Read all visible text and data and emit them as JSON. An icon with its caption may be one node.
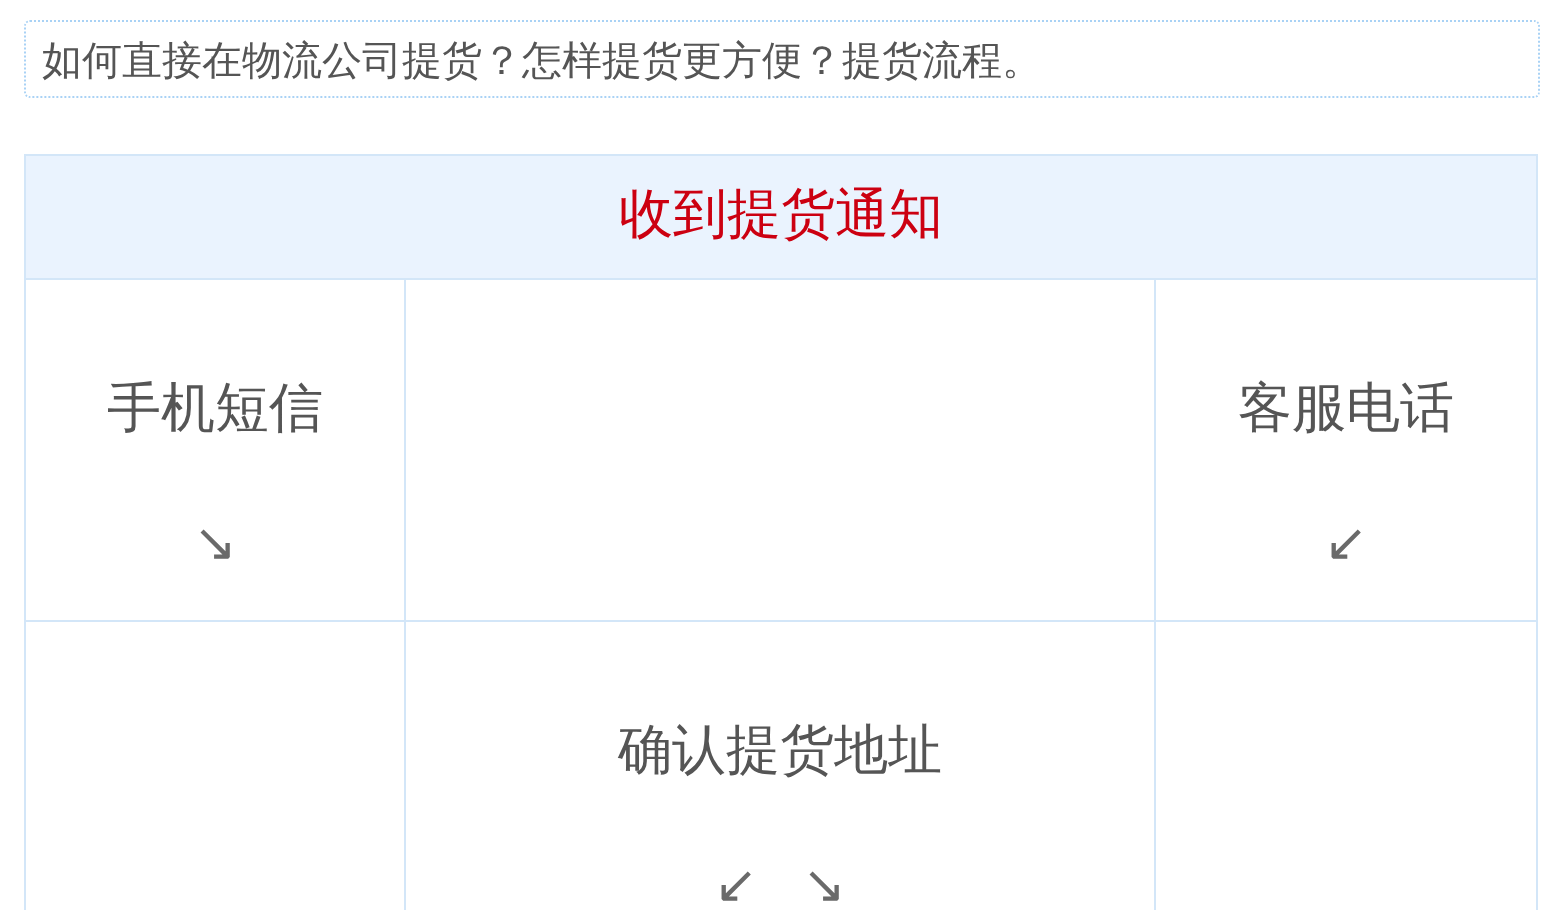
{
  "diagram": {
    "nodes": [
      {
        "text": [
          "如何直接在物流公司提货？怎样提货更方便？提货流程。"
        ]
      },
      {
        "text": [
          "收到提货通知"
        ]
      },
      {
        "text": [
          "手机短信",
          "↘"
        ]
      },
      {
        "text": [],
        "shape": "box"
      },
      {
        "text": [
          "客服电话",
          "↙"
        ]
      },
      {
        "text": [],
        "shape": "box"
      },
      {
        "text": [
          "确认提货地址",
          "↙ ↘"
        ]
      },
      {
        "text": [],
        "shape": "box"
      }
    ]
  }
}
